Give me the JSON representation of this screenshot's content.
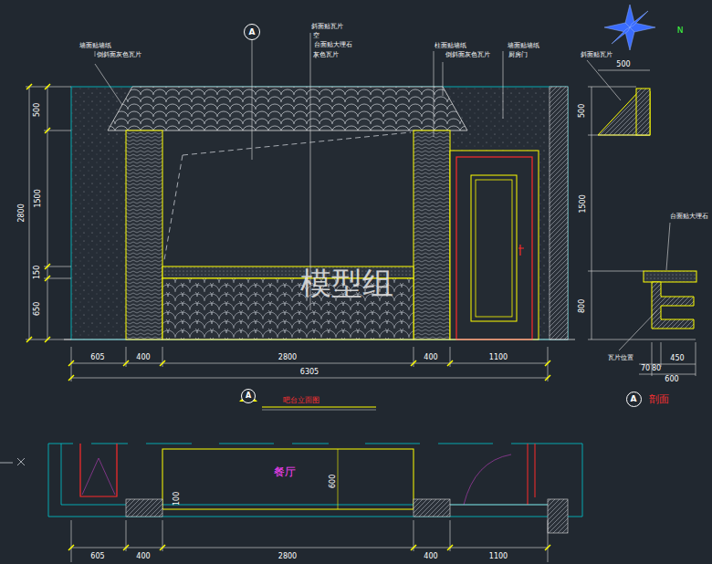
{
  "diagram": {
    "nodes": [
      {
        "text": [
          "A"
        ]
      },
      {
        "text": [
          "A"
        ]
      },
      {
        "text": [
          "A"
        ]
      }
    ],
    "labels": [
      "墙面贴墙纸",
      "倒斜面灰色瓦片",
      "斜面贴瓦片",
      "空",
      "台面贴大理石",
      "灰色瓦片",
      "柱面贴墙纸",
      "倒斜面灰色瓦片",
      "墙面贴墙纸",
      "厨房门",
      "斜面贴瓦片",
      "500",
      "500",
      "1500",
      "800",
      "台面贴大理石",
      "瓦片位置",
      "70",
      "80",
      "450",
      "600",
      "剖面",
      "500",
      "1500",
      "150",
      "650",
      "2800",
      "605",
      "400",
      "2800",
      "400",
      "1100",
      "6305",
      "吧台立面图",
      "模型组",
      "餐厅",
      "600",
      "100",
      "605",
      "400",
      "2800",
      "400",
      "1100",
      "N"
    ]
  }
}
